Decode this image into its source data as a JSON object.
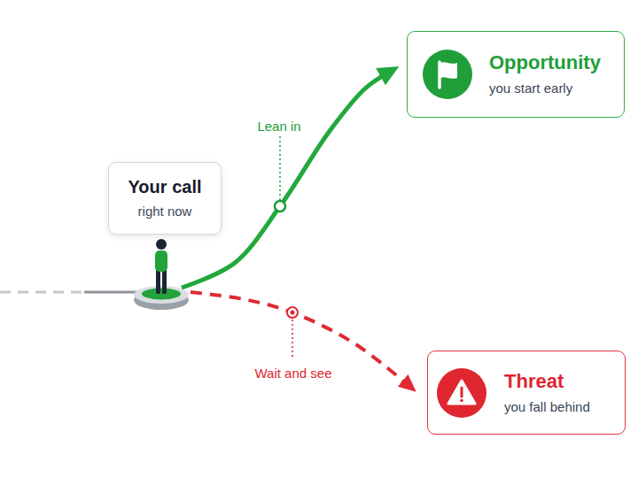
{
  "diagram": {
    "nodes": [
      {
        "text": [
          "Your call",
          "right now"
        ]
      },
      {
        "text": [
          "Opportunity",
          "you start early"
        ]
      },
      {
        "text": [
          "Threat",
          "you fall behind"
        ]
      }
    ],
    "edges": [
      {
        "from": 0,
        "to": 1,
        "arrow": "to",
        "label": "Lean in"
      },
      {
        "from": 0,
        "to": 2,
        "arrow": "to",
        "label": "Wait and see"
      }
    ]
  }
}
